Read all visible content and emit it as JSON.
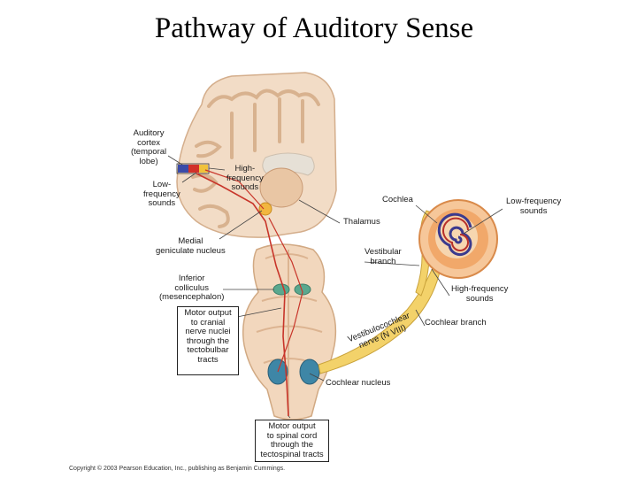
{
  "title": "Pathway of Auditory Sense",
  "labels": {
    "auditory_cortex": "Auditory\ncortex\n(temporal\nlobe)",
    "high_frequency_sounds_cortex": "High-\nfrequency\nsounds",
    "low_frequency_sounds_cortex": "Low-\nfrequency\nsounds",
    "medial_geniculate_nucleus": "Medial\ngeniculate nucleus",
    "inferior_colliculus": "Inferior\ncolliculus\n(mesencephalon)",
    "thalamus": "Thalamus",
    "cochlea": "Cochlea",
    "low_frequency_sounds_cochlea": "Low-frequency\nsounds",
    "vestibular_branch": "Vestibular\nbranch",
    "high_frequency_sounds_cochlea": "High-frequency\nsounds",
    "cochlear_branch": "Cochlear branch",
    "vestibulocochlear_nerve": "Vestibulocochlear\nnerve (N VIII)",
    "cochlear_nucleus": "Cochlear nucleus",
    "motor_output_cranial": "Motor output\nto cranial\nnerve nuclei\nthrough the\ntectobulbar\ntracts",
    "motor_output_spinal": "Motor output\nto spinal cord\nthrough the\ntectospinal tracts"
  },
  "copyright": "Copyright © 2003 Pearson Education, Inc., publishing as Benjamin Cummings.",
  "colors": {
    "brain_tissue": "#f2dcc6",
    "gyri": "#e9c6a4",
    "nucleus_green": "#5aa88e",
    "nucleus_blue": "#3e86a6",
    "nerve_yellow": "#f3d26a",
    "cochlea_orange": "#e38a3e",
    "pathway_red": "#c8352a",
    "leader_line": "#444444"
  }
}
